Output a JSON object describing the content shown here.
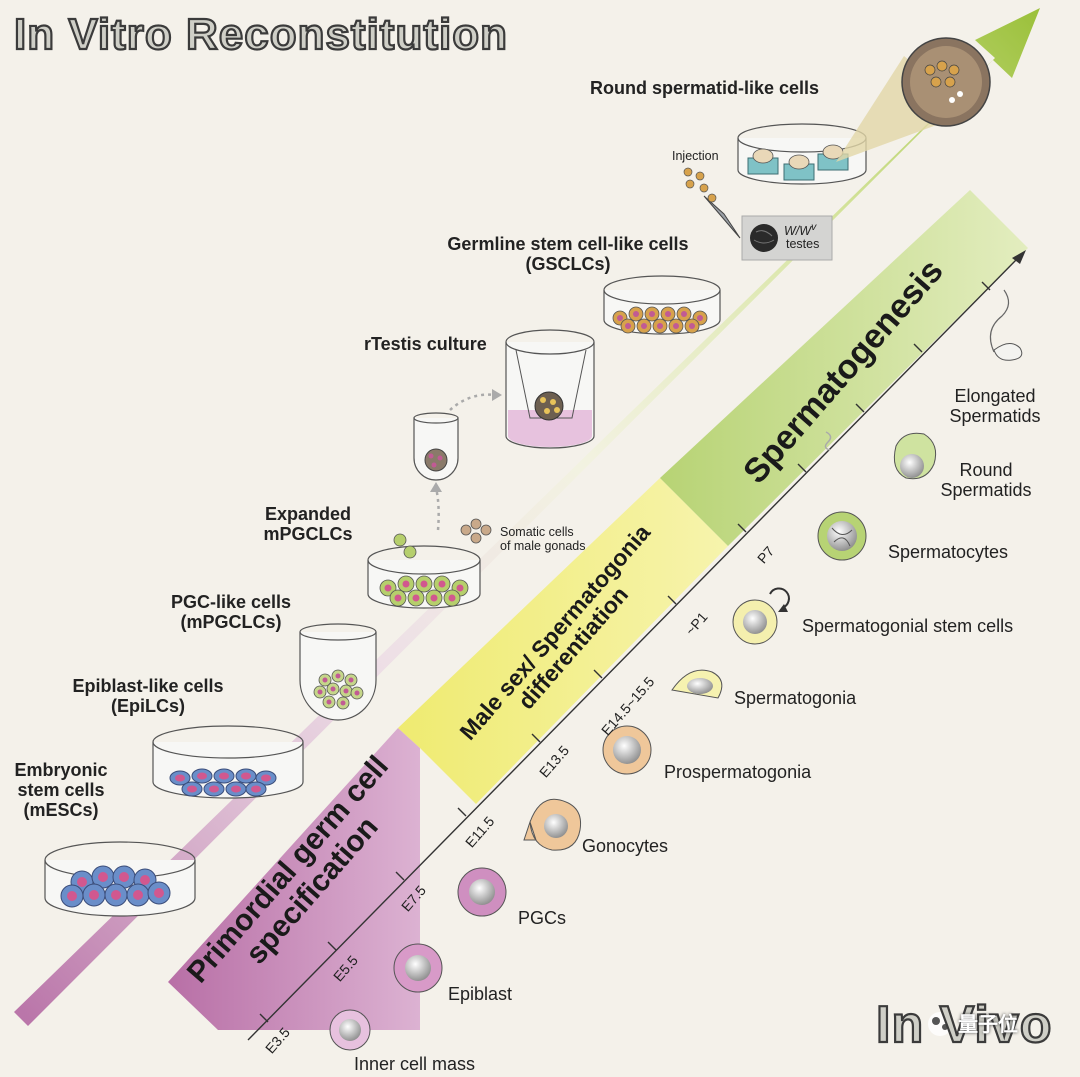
{
  "titles": {
    "in_vitro": "In Vitro Reconstitution",
    "in_vivo": "In Vivo"
  },
  "stages": {
    "pgc_spec": "Primordial germ cell\nspecification",
    "male_sex": "Male sex/ Spermatogonia\ndifferentiation",
    "spermatogenesis": "Spermatogenesis"
  },
  "timeline_ticks": [
    "E3.5",
    "E5.5",
    "E7.5",
    "E11.5",
    "E13.5",
    "E14.5~15.5",
    "~P1",
    "P7"
  ],
  "in_vitro_labels": {
    "mescs": "Embryonic\nstem cells\n(mESCs)",
    "epilcs": "Epiblast-like cells\n(EpiLCs)",
    "mpgclcs": "PGC-like cells\n(mPGCLCs)",
    "expanded": "Expanded\nmPGCLCs",
    "somatic": "Somatic cells\nof male gonads",
    "rtestis": "rTestis culture",
    "gsclcs": "Germline stem cell-like cells\n(GSCLCs)",
    "injection": "Injection",
    "wwv": "W/W",
    "wwv_sup": "v",
    "testes": "testes",
    "round_like": "Round spermatid-like cells"
  },
  "in_vivo_cells": [
    "Inner cell mass",
    "Epiblast",
    "PGCs",
    "Gonocytes",
    "Prospermatogonia",
    "Spermatogonia",
    "Spermatogonial stem cells",
    "Spermatocytes",
    "Round\nSpermatids",
    "Elongated\nSpermatids"
  ],
  "watermark": "量子位",
  "colors": {
    "background": "#f4f1ea",
    "pgc_band": "#c98bb9",
    "male_band": "#f3ee7a",
    "sperm_band": "#c6dc8a",
    "arrow_start": "#b0609e",
    "arrow_end": "#9cc13c"
  }
}
